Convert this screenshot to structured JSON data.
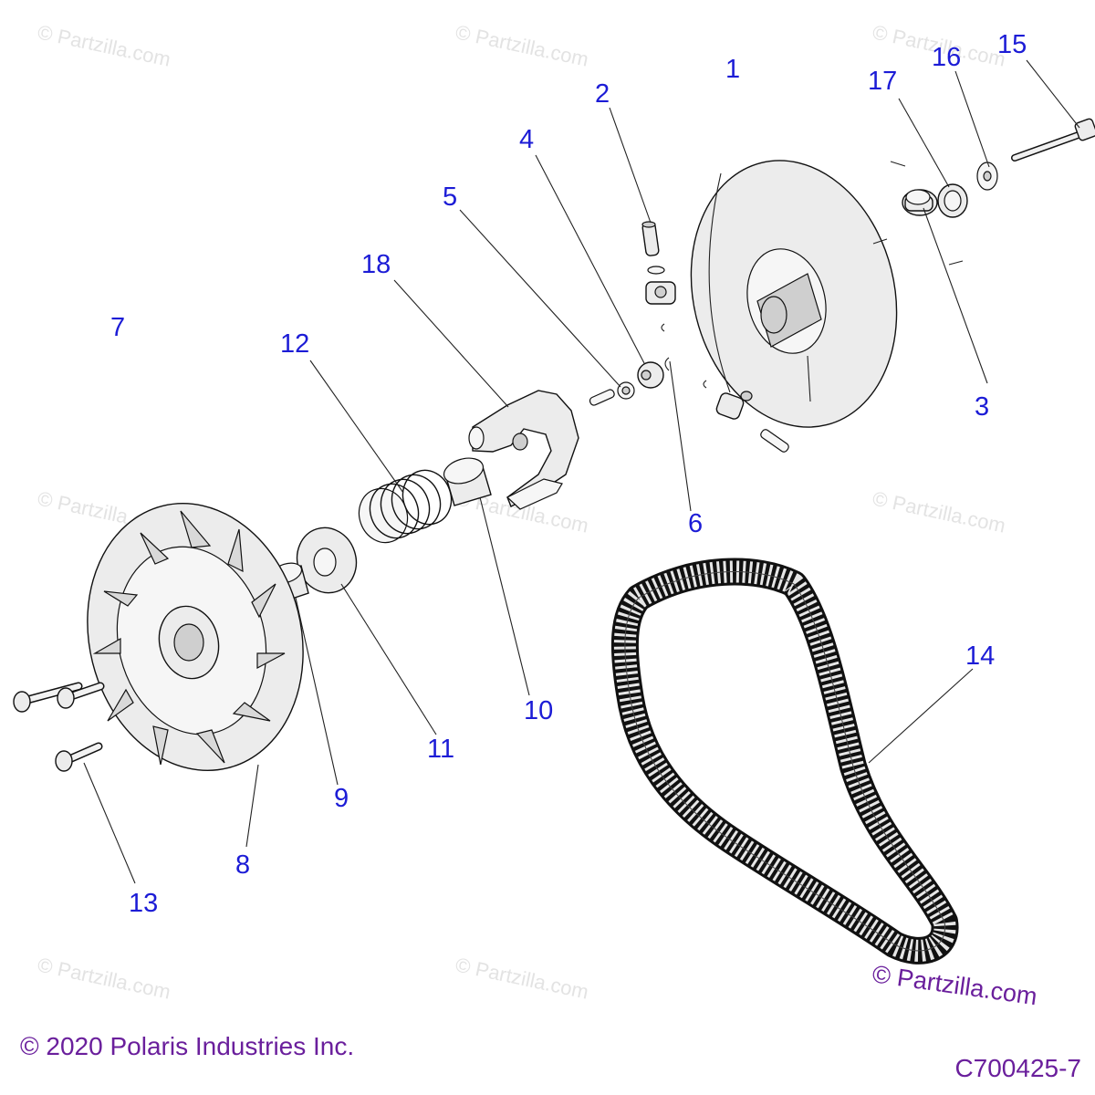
{
  "callouts": {
    "c1": "1",
    "c2": "2",
    "c3": "3",
    "c4": "4",
    "c5": "5",
    "c6": "6",
    "c7": "7",
    "c8": "8",
    "c9": "9",
    "c10": "10",
    "c11": "11",
    "c12": "12",
    "c13": "13",
    "c14": "14",
    "c15": "15",
    "c16": "16",
    "c17": "17",
    "c18": "18"
  },
  "watermark": {
    "faint": "© Partzilla.com",
    "main": "© Partzilla.com"
  },
  "footer": {
    "copyright": "© 2020 Polaris Industries Inc.",
    "figure_code": "C700425-7"
  },
  "colors": {
    "callout": "#1c1cd6",
    "watermark_main": "#6a1f9c",
    "watermark_faint": "#e3e3e3"
  }
}
